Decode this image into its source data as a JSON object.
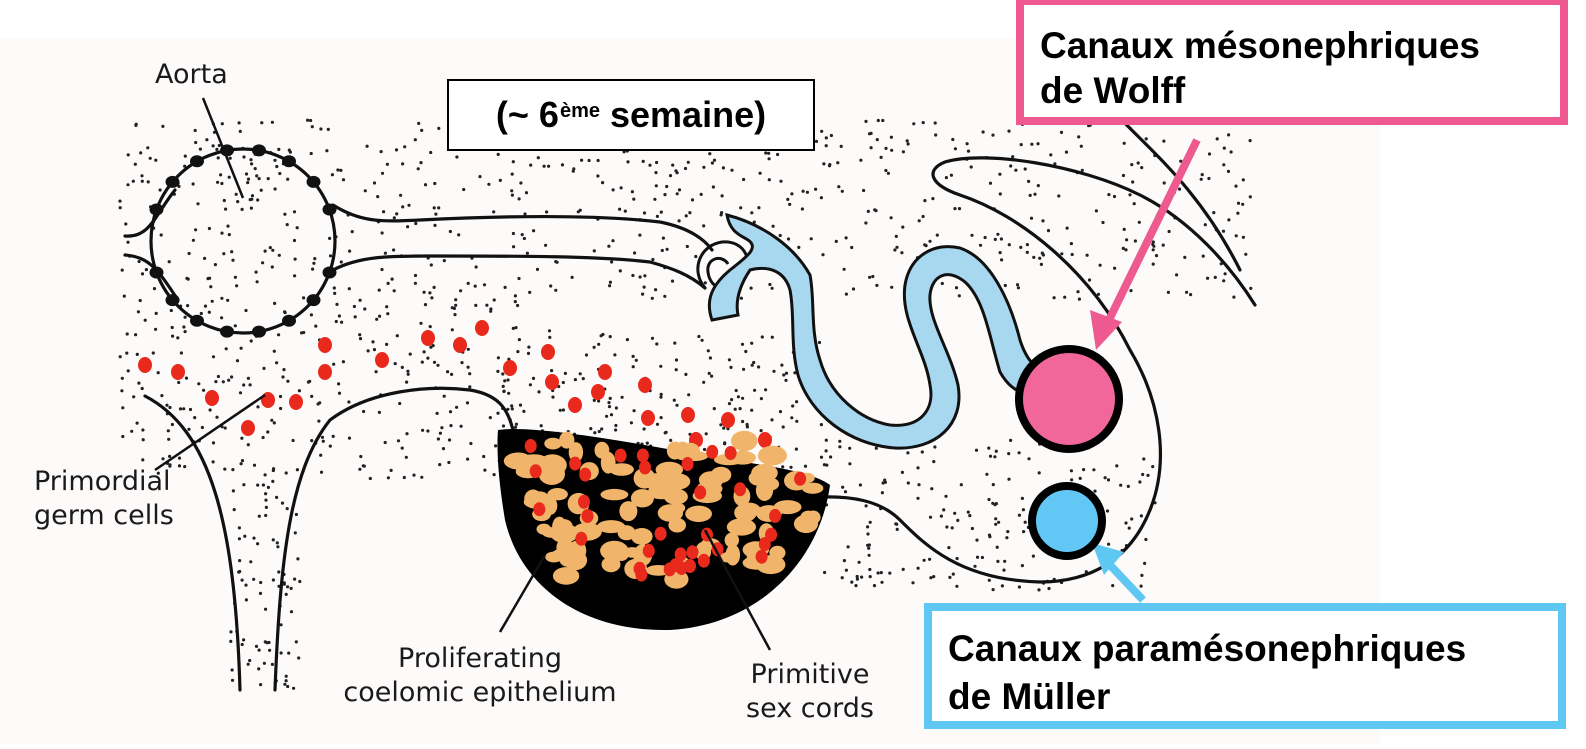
{
  "title_box": {
    "prefix": "(~ 6",
    "superscript": "ème",
    "suffix": " semaine)"
  },
  "labels": {
    "aorta": "Aorta",
    "primordial_line1": "Primordial",
    "primordial_line2": "germ cells",
    "proliferating_line1": "Proliferating",
    "proliferating_line2": "coelomic epithelium",
    "primitive_line1": "Primitive",
    "primitive_line2": "sex cords"
  },
  "wolff": {
    "line1": "Canaux mésonephriques",
    "line2": "de Wolff",
    "color": "#ee5a8f",
    "circle_fill": "#f2679a"
  },
  "muller": {
    "line1": "Canaux paramésonephriques",
    "line2": "de Müller",
    "color": "#5fc8f2",
    "circle_fill": "#62c7f5"
  },
  "colors": {
    "background": "#fdfafa",
    "duct": "#a8d8f0",
    "germ_cells": "#e8291c",
    "epithelium_fill": "#000000",
    "sex_cords": "#f0b56a"
  }
}
